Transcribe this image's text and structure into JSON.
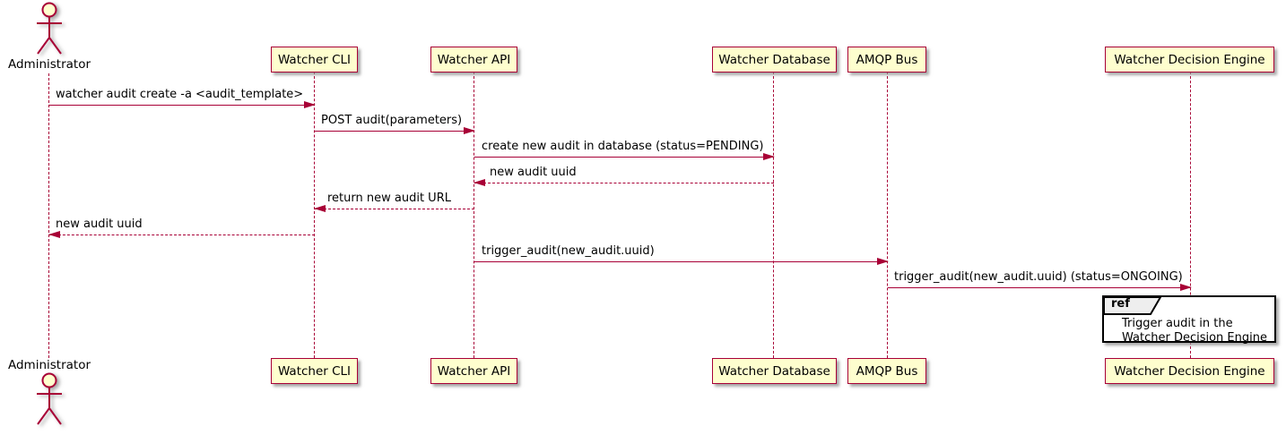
{
  "diagram": {
    "type": "uml-sequence-diagram",
    "colors": {
      "accent": "#A80036",
      "participant_fill": "#FEFECE",
      "ref_tag_fill": "#EEEEEE",
      "ref_border": "#000000",
      "background": "#FFFFFF"
    }
  },
  "actor": {
    "label": "Administrator"
  },
  "participants": [
    {
      "label": "Watcher CLI"
    },
    {
      "label": "Watcher API"
    },
    {
      "label": "Watcher Database"
    },
    {
      "label": "AMQP Bus"
    },
    {
      "label": "Watcher Decision Engine"
    }
  ],
  "messages": [
    {
      "text": "watcher audit create -a <audit_template>",
      "from": "Administrator",
      "to": "Watcher CLI",
      "line": "solid"
    },
    {
      "text": "POST audit(parameters)",
      "from": "Watcher CLI",
      "to": "Watcher API",
      "line": "solid"
    },
    {
      "text": "create new audit in database (status=PENDING)",
      "from": "Watcher API",
      "to": "Watcher Database",
      "line": "solid"
    },
    {
      "text": "new audit uuid",
      "from": "Watcher Database",
      "to": "Watcher API",
      "line": "dashed"
    },
    {
      "text": "return new audit URL",
      "from": "Watcher API",
      "to": "Watcher CLI",
      "line": "dashed"
    },
    {
      "text": "new audit uuid",
      "from": "Watcher CLI",
      "to": "Administrator",
      "line": "dashed"
    },
    {
      "text": "trigger_audit(new_audit.uuid)",
      "from": "Watcher API",
      "to": "AMQP Bus",
      "line": "solid"
    },
    {
      "text": "trigger_audit(new_audit.uuid) (status=ONGOING)",
      "from": "AMQP Bus",
      "to": "Watcher Decision Engine",
      "line": "solid"
    }
  ],
  "ref": {
    "tag": "ref",
    "line1": "Trigger audit in the",
    "line2": "Watcher Decision Engine",
    "over": "Watcher Decision Engine"
  }
}
